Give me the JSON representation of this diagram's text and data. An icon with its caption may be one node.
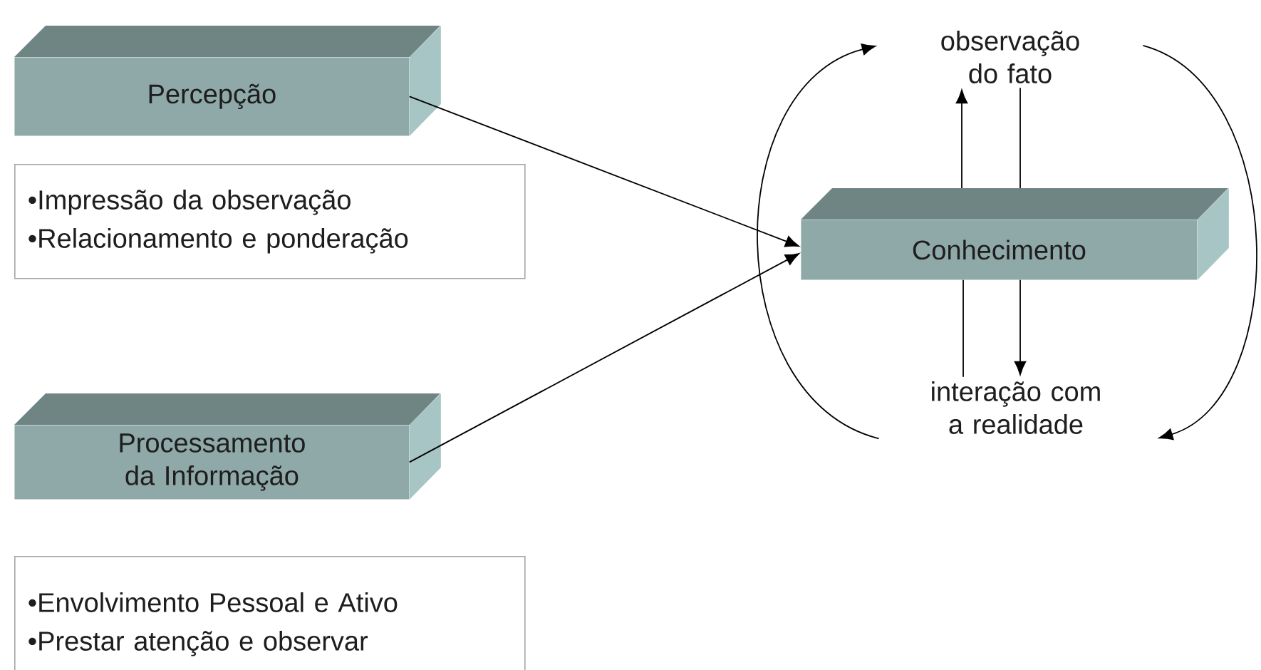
{
  "diagram": {
    "nodes": [
      {
        "text": [
          "Percepção"
        ]
      },
      {
        "text": [
          "•Impressão da observação",
          "•Relacionamento e ponderação"
        ]
      },
      {
        "text": [
          "Processamento da Informação"
        ]
      },
      {
        "text": [
          "•Envolvimento Pessoal e Ativo",
          "•Prestar atenção e observar"
        ]
      },
      {
        "text": [
          "Conhecimento"
        ]
      },
      {
        "text": [
          "observação do fato"
        ]
      },
      {
        "text": [
          "interação com a realidade"
        ]
      }
    ],
    "edges": [
      {
        "from": 0,
        "to": 4,
        "arrow": "to"
      },
      {
        "from": 2,
        "to": 4,
        "arrow": "to"
      },
      {
        "from": 4,
        "to": 5,
        "arrow": "to"
      },
      {
        "from": 5,
        "to": 4,
        "arrow": "none"
      },
      {
        "from": 6,
        "to": 4,
        "arrow": "none"
      },
      {
        "from": 4,
        "to": 6,
        "arrow": "to"
      },
      {
        "from": 6,
        "to": 5,
        "arrow": "to"
      },
      {
        "from": 5,
        "to": 6,
        "arrow": "to"
      }
    ]
  }
}
